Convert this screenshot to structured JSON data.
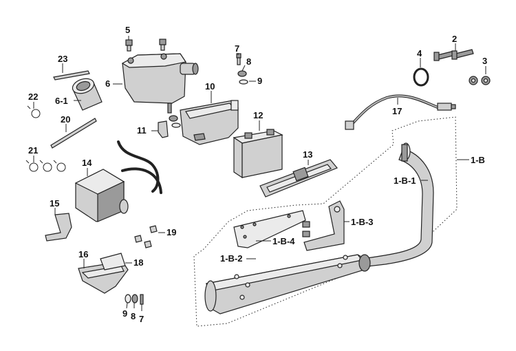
{
  "callouts": [
    {
      "id": "c5",
      "text": "5"
    },
    {
      "id": "c23",
      "text": "23"
    },
    {
      "id": "c6",
      "text": "6"
    },
    {
      "id": "c6-1",
      "text": "6-1"
    },
    {
      "id": "c22",
      "text": "22"
    },
    {
      "id": "c20",
      "text": "20"
    },
    {
      "id": "c21",
      "text": "21"
    },
    {
      "id": "c7a",
      "text": "7"
    },
    {
      "id": "c8a",
      "text": "8"
    },
    {
      "id": "c9a",
      "text": "9"
    },
    {
      "id": "c10",
      "text": "10"
    },
    {
      "id": "c11",
      "text": "11"
    },
    {
      "id": "c12",
      "text": "12"
    },
    {
      "id": "c2",
      "text": "2"
    },
    {
      "id": "c3",
      "text": "3"
    },
    {
      "id": "c4",
      "text": "4"
    },
    {
      "id": "c17",
      "text": "17"
    },
    {
      "id": "c1B",
      "text": "1-B"
    },
    {
      "id": "c1B1",
      "text": "1-B-1"
    },
    {
      "id": "c13",
      "text": "13"
    },
    {
      "id": "c14",
      "text": "14"
    },
    {
      "id": "c15",
      "text": "15"
    },
    {
      "id": "c19",
      "text": "19"
    },
    {
      "id": "c16",
      "text": "16"
    },
    {
      "id": "c18",
      "text": "18"
    },
    {
      "id": "c1B3",
      "text": "1-B-3"
    },
    {
      "id": "c1B4",
      "text": "1-B-4"
    },
    {
      "id": "c1B2",
      "text": "1-B-2"
    },
    {
      "id": "c9b",
      "text": "9"
    },
    {
      "id": "c8b",
      "text": "8"
    },
    {
      "id": "c7b",
      "text": "7"
    }
  ]
}
